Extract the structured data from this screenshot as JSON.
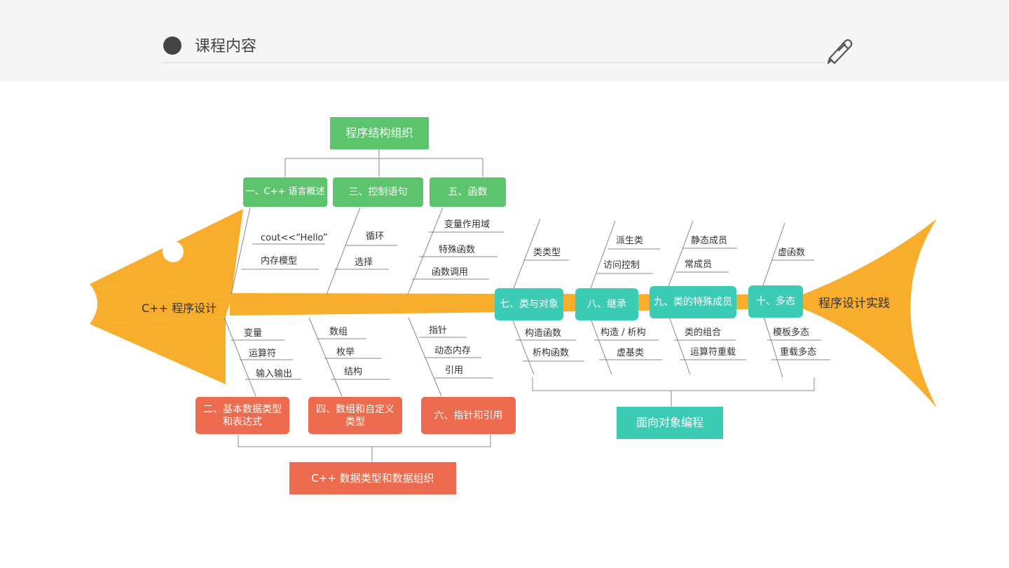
{
  "header": {
    "title": "课程内容"
  },
  "fish": {
    "head_label": "C++ 程序设计",
    "tail_label": "程序设计实践"
  },
  "groups": {
    "top": "程序结构组织",
    "bottom_left": "C++ 数据类型和数据组织",
    "bottom_right": "面向对象编程"
  },
  "chapters": {
    "c1": "一、C++ 语言概述",
    "c2": "二、基本数据类型\n和表达式",
    "c3": "三、控制语句",
    "c4": "四、数组和自定义\n类型",
    "c5": "五、函数",
    "c6": "六、指针和引用",
    "c7": "七、类与对象",
    "c8": "八、继承",
    "c9": "九、类的特殊成员",
    "c10": "十、多态"
  },
  "topics": {
    "c1": [
      "cout<<“Hello”",
      "内存模型"
    ],
    "c3": [
      "循环",
      "选择"
    ],
    "c5": [
      "变量作用域",
      "特殊函数",
      "函数调用"
    ],
    "c2": [
      "变量",
      "运算符",
      "输入输出"
    ],
    "c4": [
      "数组",
      "枚举",
      "结构"
    ],
    "c6": [
      "指针",
      "动态内存",
      "引用"
    ],
    "c7_top": [
      "类类型"
    ],
    "c7_bottom": [
      "构造函数",
      "析构函数"
    ],
    "c8_top": [
      "派生类",
      "访问控制"
    ],
    "c8_bottom": [
      "构造 / 析构",
      "虚基类"
    ],
    "c9_top": [
      "静态成员",
      "常成员"
    ],
    "c9_bottom": [
      "类的组合",
      "运算符重载"
    ],
    "c10_top": [
      "虚函数"
    ],
    "c10_bottom": [
      "模板多态",
      "重载多态"
    ]
  },
  "colors": {
    "fish": "#f9ad2c",
    "green": "#5cc46c",
    "teal": "#3ccbb5",
    "red": "#ec6b4e",
    "line": "#888888"
  },
  "icons": {
    "header_bullet": "dot-icon",
    "header_right": "pen-icon"
  }
}
